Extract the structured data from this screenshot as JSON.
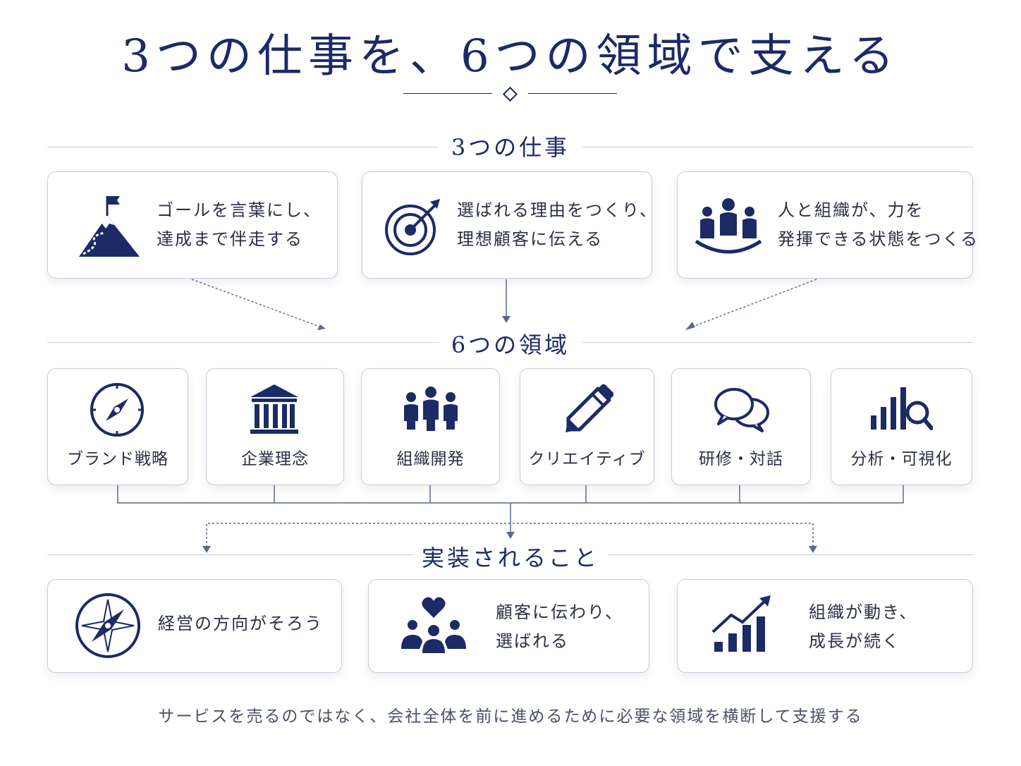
{
  "title": "3つの仕事を、6つの領域で支える",
  "sections": {
    "jobs_title": "3つの仕事",
    "domains_title": "6つの領域",
    "outcomes_title": "実装されること"
  },
  "jobs": [
    {
      "line1": "ゴールを言葉にし、",
      "line2": "達成まで伴走する",
      "icon": "mountain-flag-icon"
    },
    {
      "line1": "選ばれる理由をつくり、",
      "line2": "理想顧客に伝える",
      "icon": "target-icon"
    },
    {
      "line1": "人と組織が、力を",
      "line2": "発揮できる状態をつくる",
      "icon": "people-group-icon"
    }
  ],
  "domains": [
    {
      "label": "ブランド戦略",
      "icon": "compass-icon"
    },
    {
      "label": "企業理念",
      "icon": "institution-icon"
    },
    {
      "label": "組織開発",
      "icon": "team-icon"
    },
    {
      "label": "クリエイティブ",
      "icon": "pencil-icon"
    },
    {
      "label": "研修・対話",
      "icon": "speech-bubbles-icon"
    },
    {
      "label": "分析・可視化",
      "icon": "chart-magnifier-icon"
    }
  ],
  "outcomes": [
    {
      "line1": "経営の方向がそろう",
      "line2": "",
      "icon": "compass-rose-icon"
    },
    {
      "line1": "顧客に伝わり、",
      "line2": "選ばれる",
      "icon": "customers-heart-icon"
    },
    {
      "line1": "組織が動き、",
      "line2": "成長が続く",
      "icon": "growth-chart-icon"
    }
  ],
  "footer": "サービスを売るのではなく、会社全体を前に進めるために必要な領域を横断して支援する",
  "colors": {
    "navy": "#1c2a66",
    "border": "#c9ccd9",
    "text": "#2a2f45",
    "connector": "#5d6790"
  }
}
